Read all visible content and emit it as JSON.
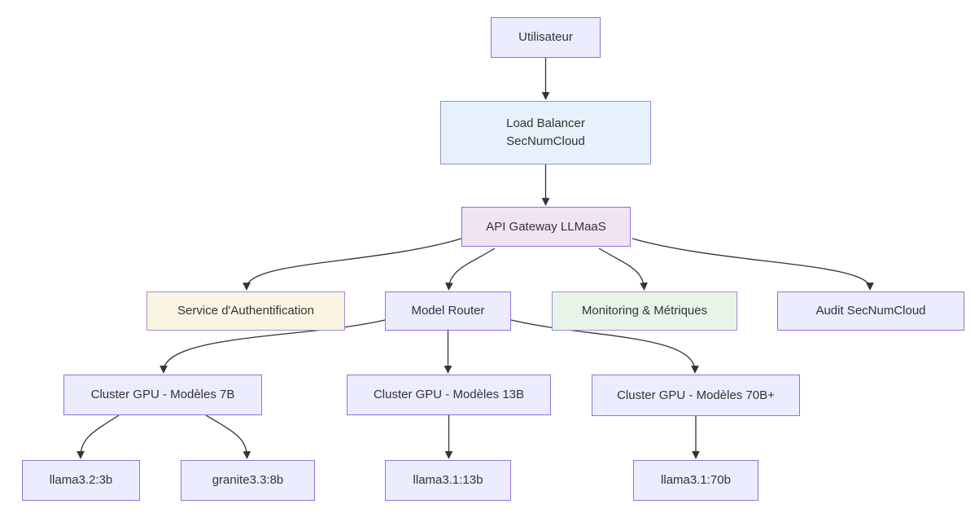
{
  "diagram": {
    "background": "#ffffff",
    "edge_color": "#333333",
    "text_color": "#333333",
    "default_node_fill": "#ECECFF",
    "default_node_stroke": "#9370DB",
    "nodes": [
      {
        "id": "utilisateur",
        "label": "Utilisateur",
        "fill": "#ECECFF",
        "stroke": "#9370DB"
      },
      {
        "id": "load-balancer",
        "lines": [
          "Load Balancer",
          "SecNumCloud"
        ],
        "fill": "#E6F1FB",
        "stroke": "#9B8FD6"
      },
      {
        "id": "api-gateway",
        "label": "API Gateway LLMaaS",
        "fill": "#F0E4F4",
        "stroke": "#9370DB"
      },
      {
        "id": "auth-service",
        "label": "Service d'Authentification",
        "fill": "#FAF4E2",
        "stroke": "#9B8FD6"
      },
      {
        "id": "model-router",
        "label": "Model Router",
        "fill": "#ECECFF",
        "stroke": "#9370DB"
      },
      {
        "id": "monitoring",
        "label": "Monitoring & Métriques",
        "fill": "#E9F4E8",
        "stroke": "#9B8FD6"
      },
      {
        "id": "audit",
        "label": "Audit SecNumCloud",
        "fill": "#ECECFF",
        "stroke": "#9370DB"
      },
      {
        "id": "cluster-7b",
        "label": "Cluster GPU - Modèles 7B",
        "fill": "#ECECFF",
        "stroke": "#9370DB"
      },
      {
        "id": "cluster-13b",
        "label": "Cluster GPU - Modèles 13B",
        "fill": "#ECECFF",
        "stroke": "#9370DB"
      },
      {
        "id": "cluster-70b",
        "label": "Cluster GPU - Modèles 70B+",
        "fill": "#ECECFF",
        "stroke": "#9370DB"
      },
      {
        "id": "llama32-3b",
        "label": "llama3.2:3b",
        "fill": "#ECECFF",
        "stroke": "#9370DB"
      },
      {
        "id": "granite33-8b",
        "label": "granite3.3:8b",
        "fill": "#ECECFF",
        "stroke": "#9370DB"
      },
      {
        "id": "llama31-13b",
        "label": "llama3.1:13b",
        "fill": "#ECECFF",
        "stroke": "#9370DB"
      },
      {
        "id": "llama31-70b",
        "label": "llama3.1:70b",
        "fill": "#ECECFF",
        "stroke": "#9370DB"
      }
    ],
    "edges": [
      {
        "from": "utilisateur",
        "to": "load-balancer"
      },
      {
        "from": "load-balancer",
        "to": "api-gateway"
      },
      {
        "from": "api-gateway",
        "to": "auth-service"
      },
      {
        "from": "api-gateway",
        "to": "model-router"
      },
      {
        "from": "api-gateway",
        "to": "monitoring"
      },
      {
        "from": "api-gateway",
        "to": "audit"
      },
      {
        "from": "model-router",
        "to": "cluster-7b"
      },
      {
        "from": "model-router",
        "to": "cluster-13b"
      },
      {
        "from": "model-router",
        "to": "cluster-70b"
      },
      {
        "from": "cluster-7b",
        "to": "llama32-3b"
      },
      {
        "from": "cluster-7b",
        "to": "granite33-8b"
      },
      {
        "from": "cluster-13b",
        "to": "llama31-13b"
      },
      {
        "from": "cluster-70b",
        "to": "llama31-70b"
      }
    ]
  }
}
